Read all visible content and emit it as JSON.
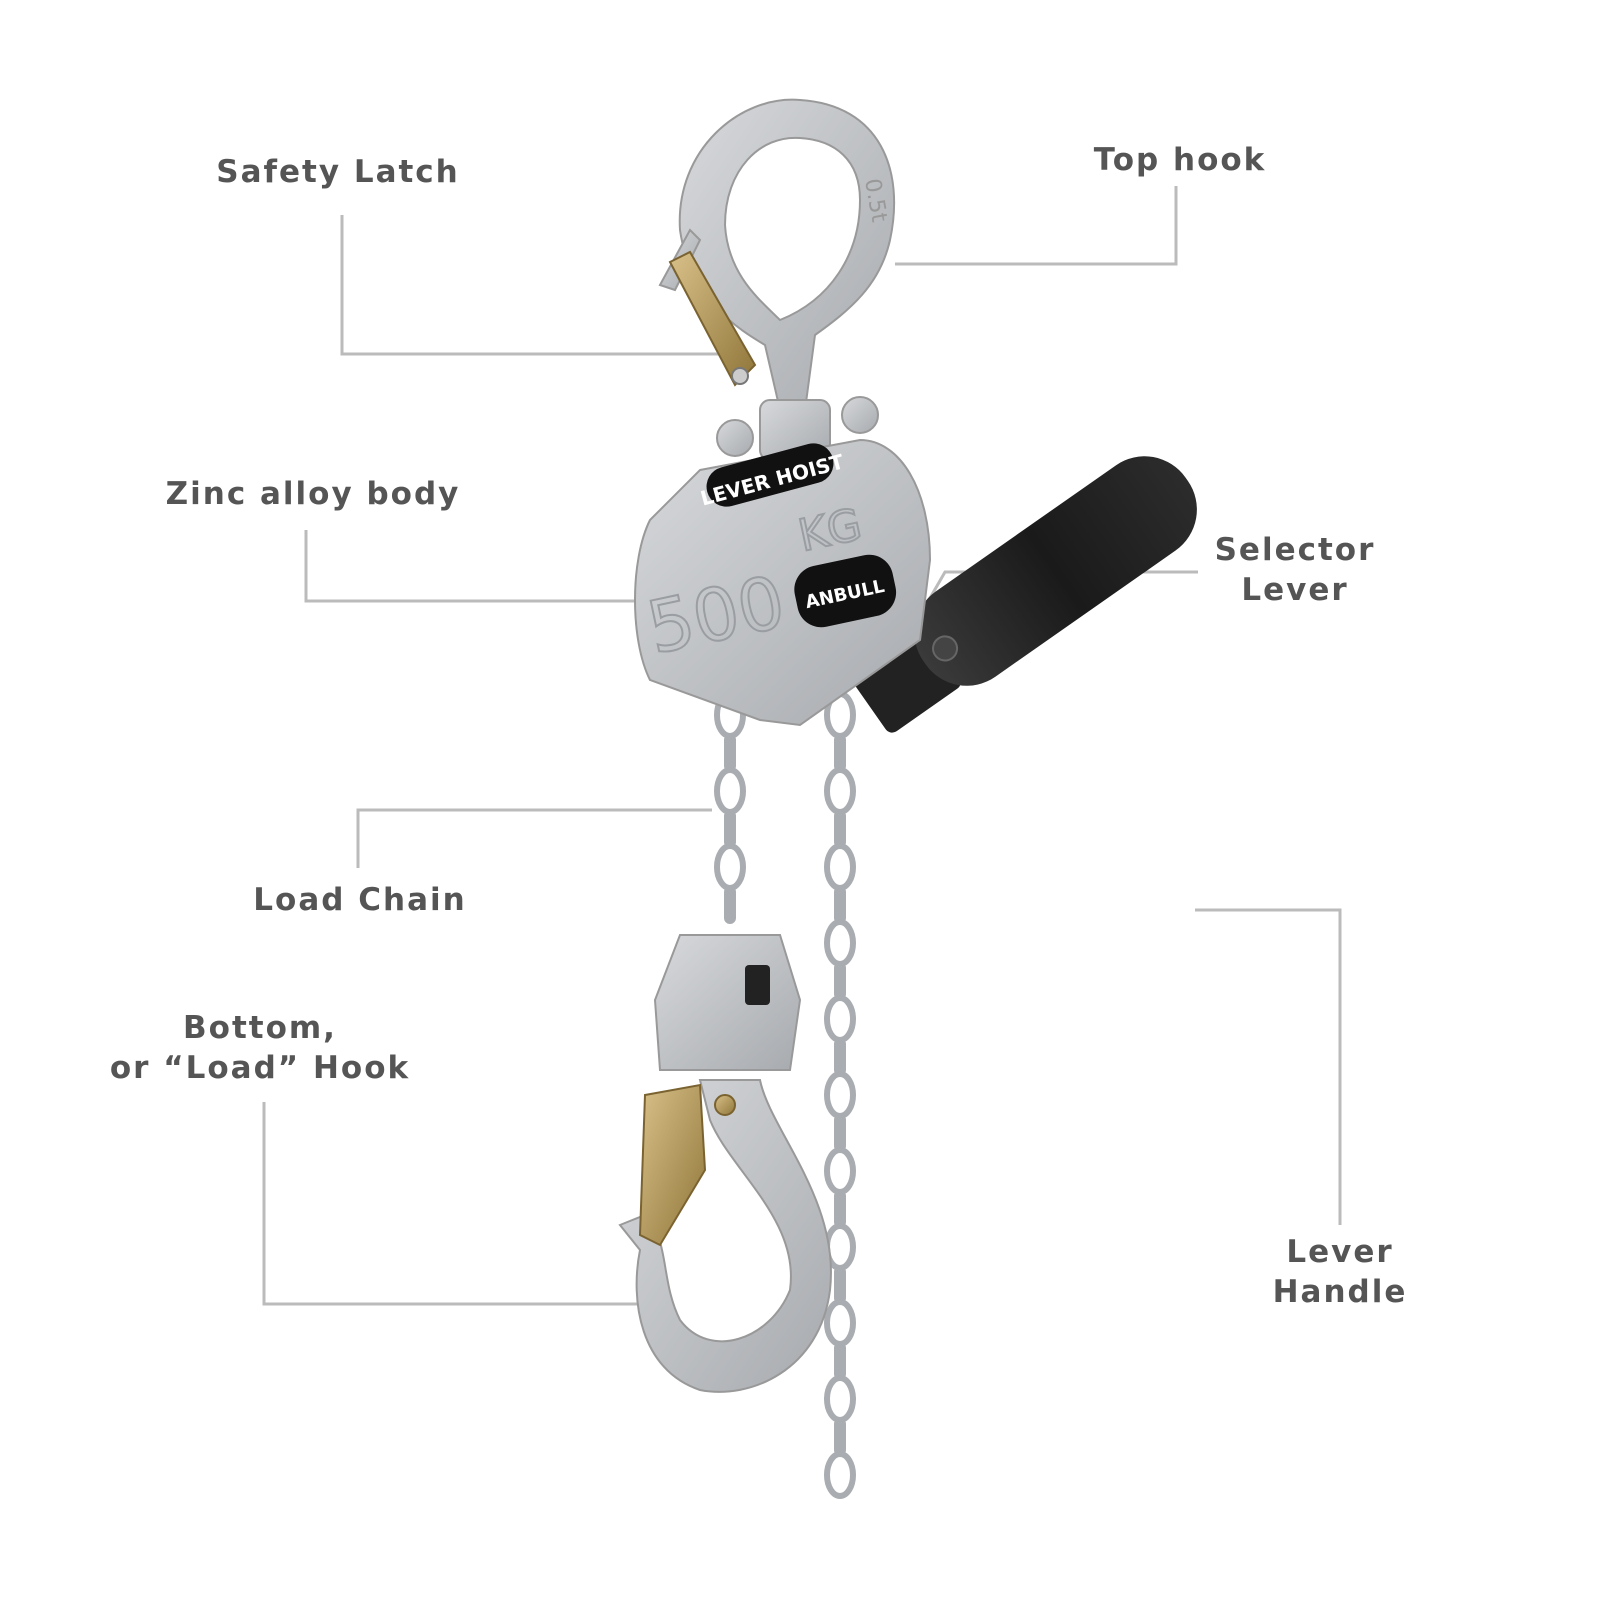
{
  "labels": {
    "safety_latch": "Safety Latch",
    "top_hook": "Top hook",
    "zinc_body": "Zinc alloy body",
    "selector_lever_1": "Selector",
    "selector_lever_2": "Lever",
    "load_chain": "Load Chain",
    "bottom_hook_1": "Bottom,",
    "bottom_hook_2": "or “Load” Hook",
    "lever_handle_1": "Lever",
    "lever_handle_2": "Handle"
  },
  "product": {
    "badge_top": "LEVER HOIST",
    "capacity_number": "500",
    "capacity_unit": "KG",
    "brand": "ANBULL",
    "hook_marking": "0.5t"
  },
  "colors": {
    "label": "#555555",
    "leader": "#bbbbbb",
    "metal": "#b9bcc0",
    "handle": "#1e1e1e",
    "latch": "#b89a55"
  }
}
